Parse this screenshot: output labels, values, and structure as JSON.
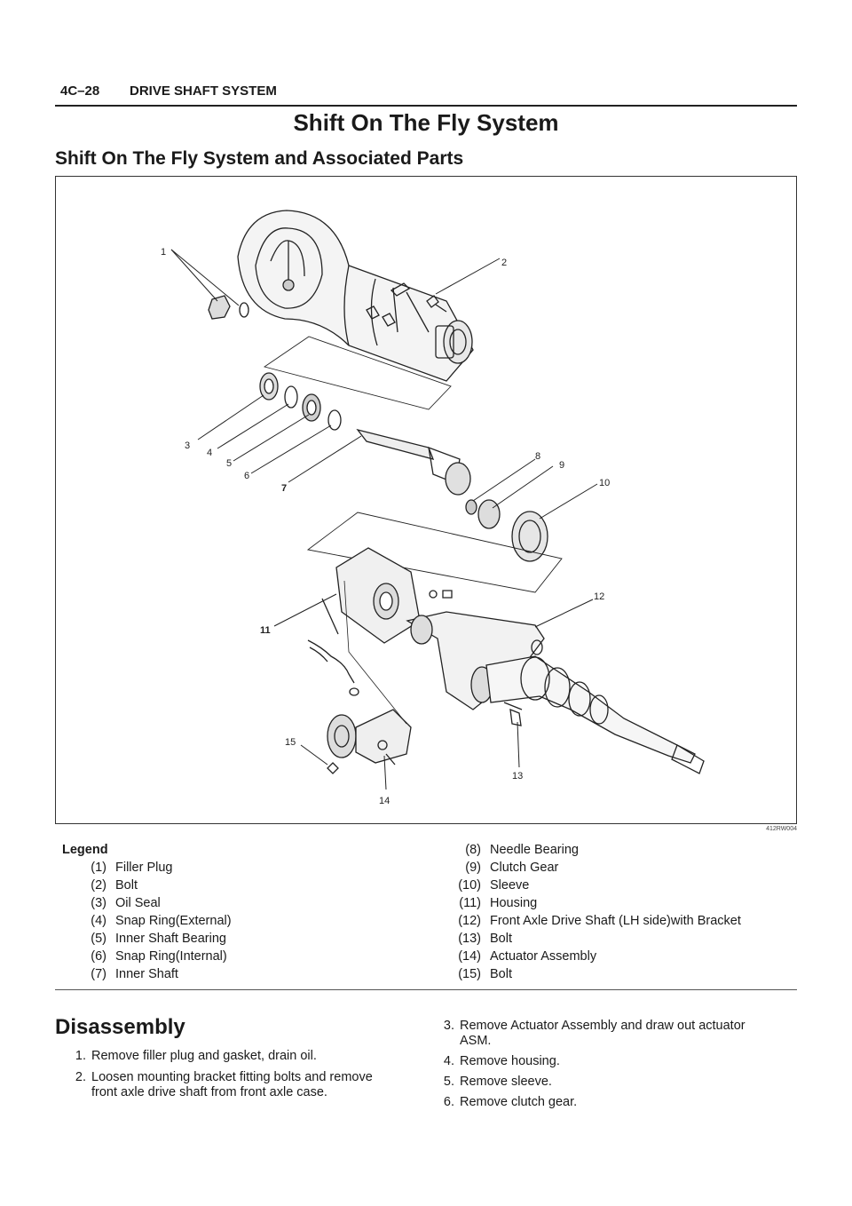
{
  "header": {
    "page": "4C–28",
    "section": "DRIVE SHAFT SYSTEM"
  },
  "title": "Shift On The Fly System",
  "subtitle": "Shift On The Fly System and Associated Parts",
  "figure": {
    "code": "412RW004",
    "callouts": [
      "1",
      "2",
      "3",
      "4",
      "5",
      "6",
      "7",
      "8",
      "9",
      "10",
      "11",
      "12",
      "13",
      "14",
      "15"
    ]
  },
  "legend": {
    "title": "Legend",
    "items": [
      {
        "num": "(1)",
        "text": "Filler Plug"
      },
      {
        "num": "(2)",
        "text": "Bolt"
      },
      {
        "num": "(3)",
        "text": "Oil Seal"
      },
      {
        "num": "(4)",
        "text": "Snap Ring(External)"
      },
      {
        "num": "(5)",
        "text": "Inner Shaft Bearing"
      },
      {
        "num": "(6)",
        "text": "Snap Ring(Internal)"
      },
      {
        "num": "(7)",
        "text": "Inner Shaft"
      },
      {
        "num": "(8)",
        "text": "Needle Bearing"
      },
      {
        "num": "(9)",
        "text": "Clutch Gear"
      },
      {
        "num": "(10)",
        "text": "Sleeve"
      },
      {
        "num": "(11)",
        "text": "Housing"
      },
      {
        "num": "(12)",
        "text": "Front Axle Drive Shaft (LH side)with Bracket"
      },
      {
        "num": "(13)",
        "text": "Bolt"
      },
      {
        "num": "(14)",
        "text": "Actuator Assembly"
      },
      {
        "num": "(15)",
        "text": "Bolt"
      }
    ]
  },
  "disassembly": {
    "title": "Disassembly",
    "steps": [
      {
        "num": "1.",
        "lines": [
          "Remove filler plug and gasket, drain oil."
        ]
      },
      {
        "num": "2.",
        "lines": [
          "Loosen mounting bracket fitting bolts and remove",
          "front axle drive shaft from front axle case."
        ]
      },
      {
        "num": "3.",
        "lines": [
          "Remove Actuator Assembly and draw out actuator",
          "ASM."
        ]
      },
      {
        "num": "4.",
        "lines": [
          "Remove housing."
        ]
      },
      {
        "num": "5.",
        "lines": [
          "Remove sleeve."
        ]
      },
      {
        "num": "6.",
        "lines": [
          "Remove clutch gear."
        ]
      }
    ]
  }
}
